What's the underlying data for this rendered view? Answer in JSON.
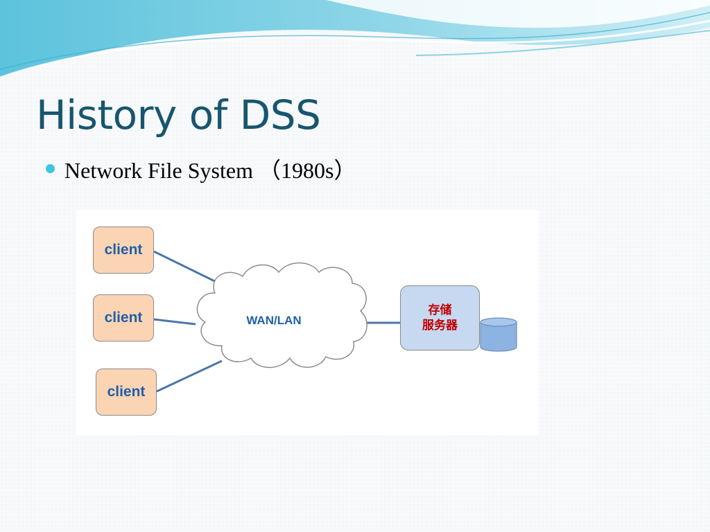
{
  "slide": {
    "title": "History of DSS",
    "bullet": "Network File System （1980s）"
  },
  "diagram": {
    "clients": [
      {
        "label": "client"
      },
      {
        "label": "client"
      },
      {
        "label": "client"
      }
    ],
    "network": {
      "label": "WAN/LAN"
    },
    "server": {
      "line1": "存储",
      "line2": "服务器"
    },
    "colors": {
      "client_fill": "#fbd4b4",
      "server_fill": "#c6d9f1",
      "database_fill": "#8db3e2",
      "link": "#4a76a8",
      "label_blue": "#1f5fa8",
      "label_red": "#c00000"
    }
  }
}
